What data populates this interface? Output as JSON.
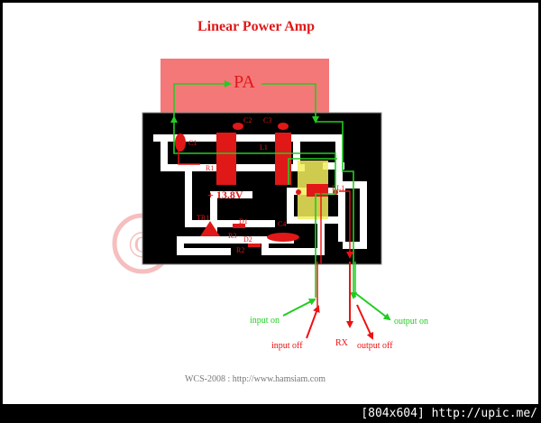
{
  "title": "Linear Power Amp",
  "pa_label": "PA",
  "voltage_label": "+ 13.8V",
  "components": {
    "c1": "C1",
    "c2": "C2",
    "c3": "C3",
    "c4": "C4",
    "l1": "L1",
    "r1": "R1",
    "rl1": "RL1",
    "tr1": "TR1",
    "d1": "D1",
    "r2": "R2",
    "r3": "R3",
    "d2": "D2"
  },
  "signals": {
    "input_on": "input on",
    "input_off": "input off",
    "rx": "RX",
    "output_off": "output off",
    "output_on": "output on"
  },
  "copyright_symbol": "©",
  "footer": "WCS-2008 : http://www.hamsiam.com",
  "image_badge": "[804x604] http://upic.me/",
  "colors": {
    "pcb": "#000000",
    "trace": "#ffffff",
    "component": "#e01818",
    "pa_block": "#f47878",
    "green_path": "#22cc22",
    "red_path": "#ee1111",
    "relay_highlight": "#f2ee5c",
    "watermark": "#f08a8a"
  }
}
